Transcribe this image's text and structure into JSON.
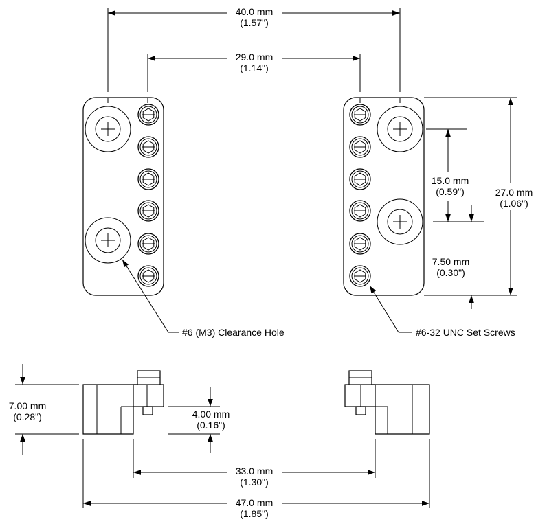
{
  "dimensions": {
    "top_outer": {
      "mm": "40.0 mm",
      "inch": "(1.57\")"
    },
    "top_inner": {
      "mm": "29.0 mm",
      "inch": "(1.14\")"
    },
    "hole_spacing": {
      "mm": "15.0 mm",
      "inch": "(0.59\")"
    },
    "height": {
      "mm": "27.0 mm",
      "inch": "(1.06\")"
    },
    "hole_offset": {
      "mm": "7.50 mm",
      "inch": "(0.30\")"
    },
    "side_height": {
      "mm": "7.00 mm",
      "inch": "(0.28\")"
    },
    "screw_offset": {
      "mm": "4.00 mm",
      "inch": "(0.16\")"
    },
    "side_inner": {
      "mm": "33.0 mm",
      "inch": "(1.30\")"
    },
    "side_outer": {
      "mm": "47.0 mm",
      "inch": "(1.85\")"
    }
  },
  "callouts": {
    "clearance_hole": "#6 (M3) Clearance Hole",
    "set_screws": "#6-32 UNC Set Screws"
  },
  "colors": {
    "line": "#000000",
    "background": "#ffffff"
  }
}
